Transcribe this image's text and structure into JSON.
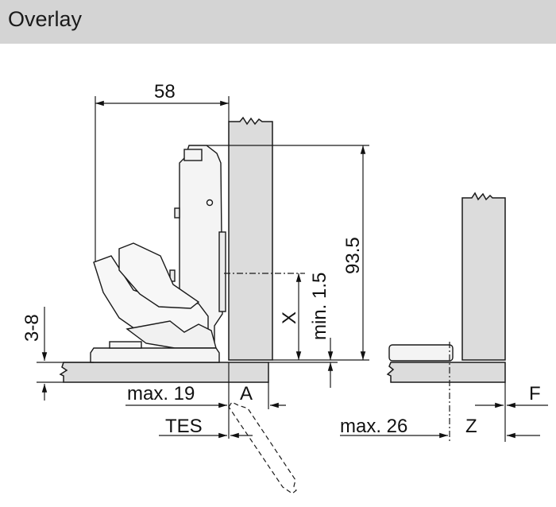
{
  "header": {
    "title": "Overlay"
  },
  "labels": {
    "width_58": "58",
    "height_93_5": "93.5",
    "min_1_5": "min. 1.5",
    "x": "X",
    "range_3_8": "3-8",
    "max_19": "max. 19",
    "a": "A",
    "tes": "TES",
    "max_26": "max. 26",
    "z": "Z",
    "f": "F"
  },
  "colors": {
    "header_bg": "#d4d4d4",
    "panel_fill": "#d9d9d9",
    "line": "#1a1a1a"
  }
}
